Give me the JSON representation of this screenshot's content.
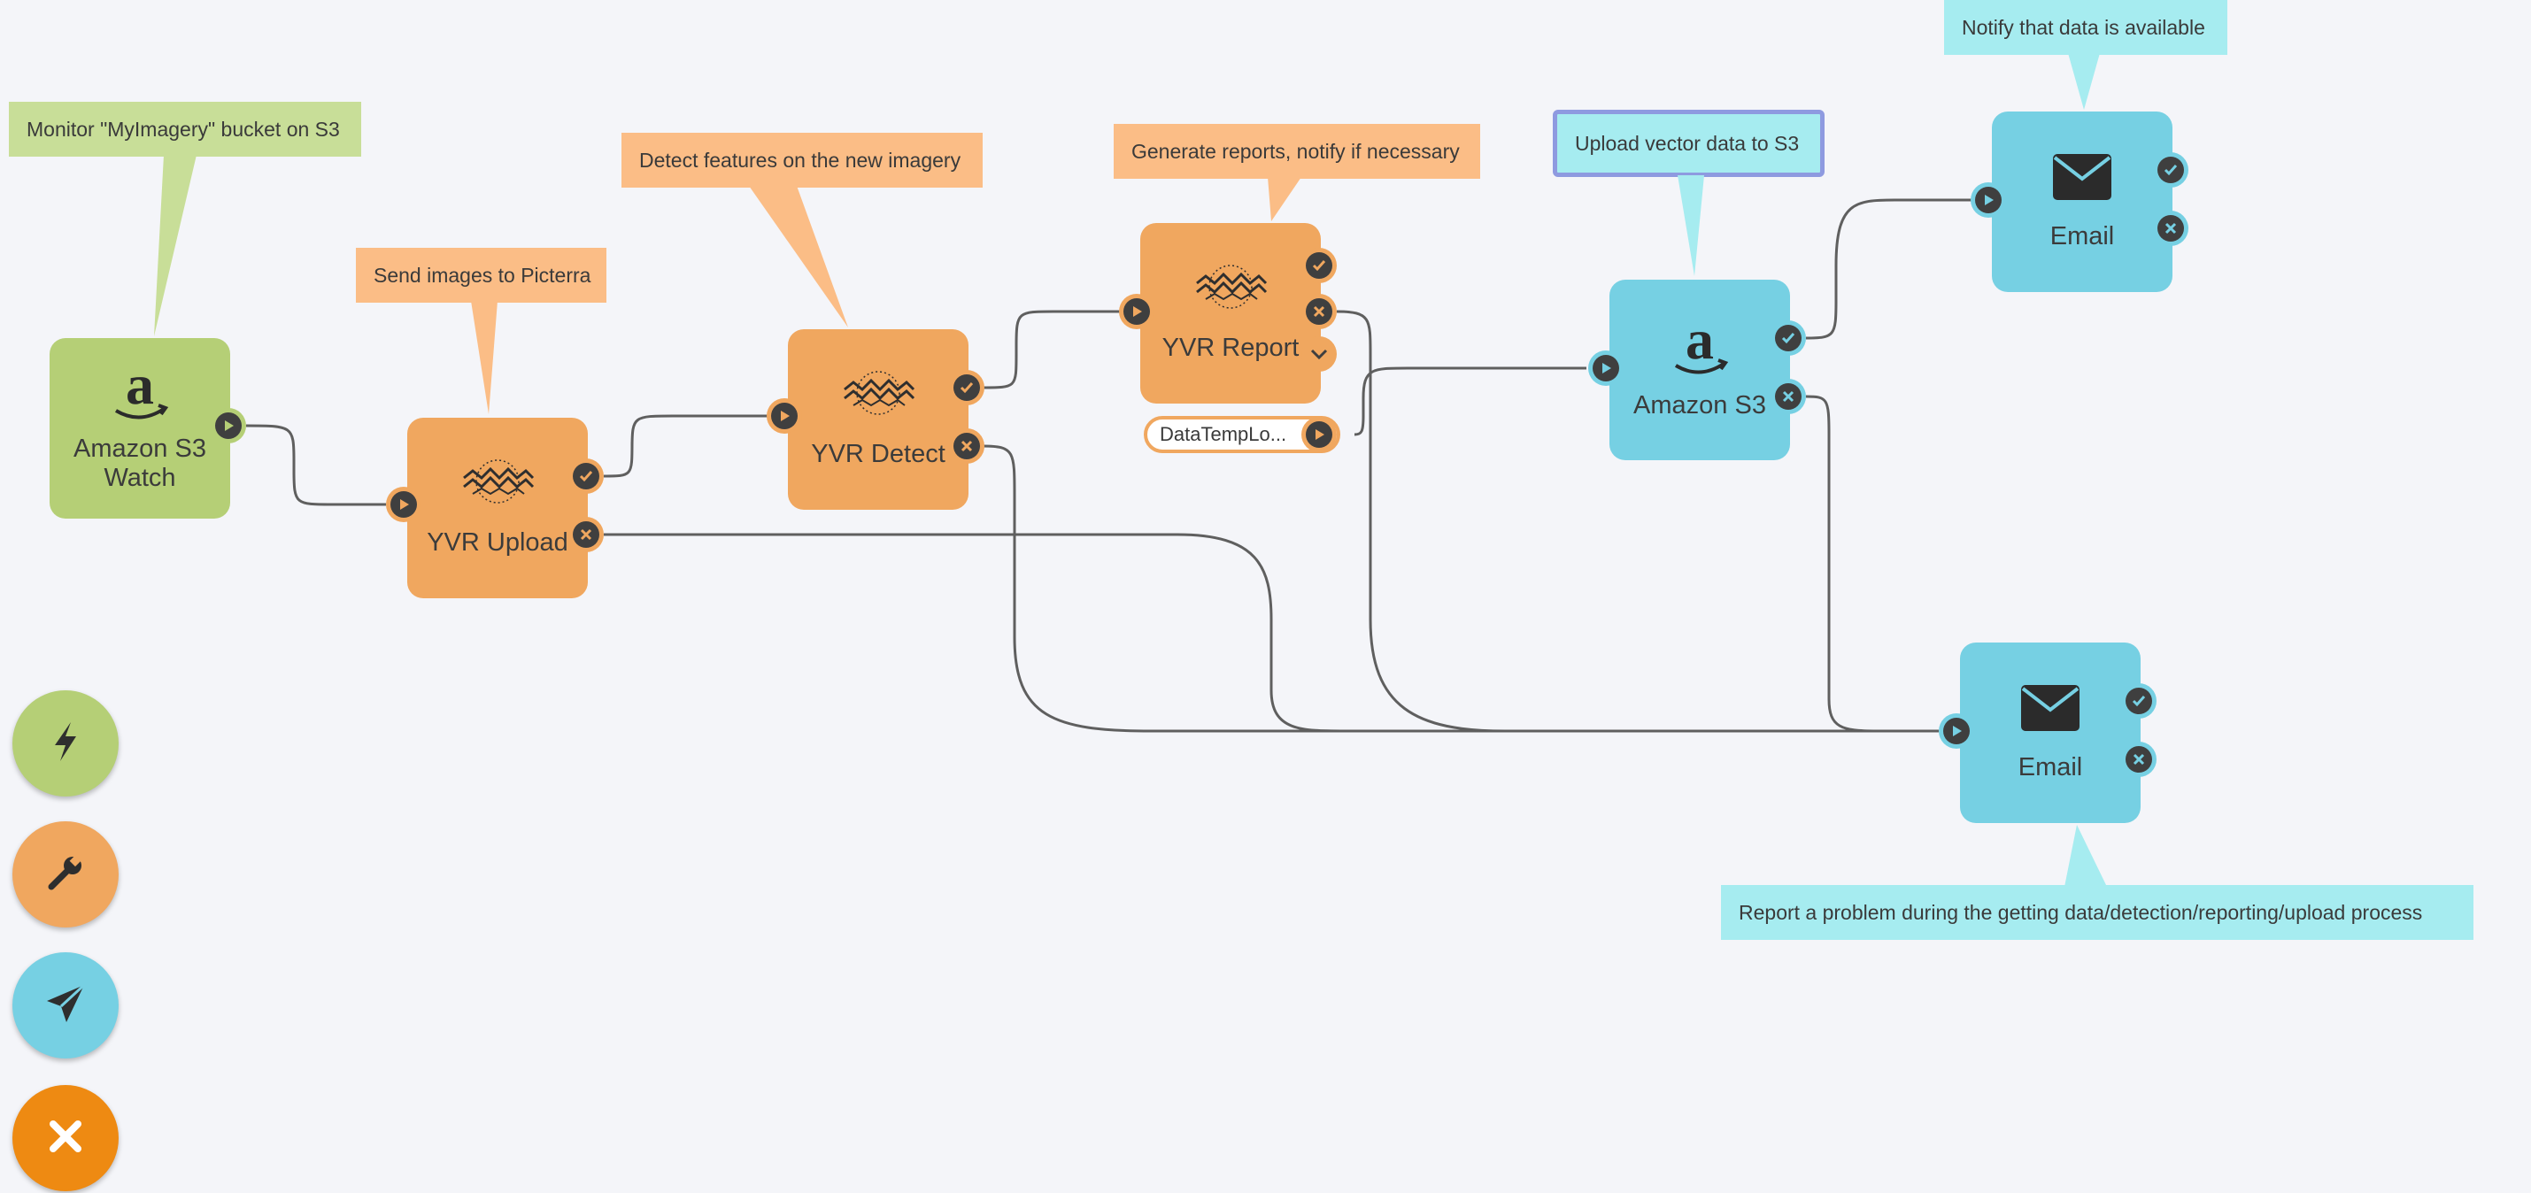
{
  "nodes": {
    "s3_watch": {
      "label": "Amazon S3 Watch",
      "icon": "amazon-logo-icon",
      "color": "#b5cf76"
    },
    "yvr_upload": {
      "label": "YVR Upload",
      "icon": "picterra-logo-icon",
      "color": "#f0a75f"
    },
    "yvr_detect": {
      "label": "YVR Detect",
      "icon": "picterra-logo-icon",
      "color": "#f0a75f"
    },
    "yvr_report": {
      "label": "YVR Report",
      "icon": "picterra-logo-icon",
      "color": "#f0a75f",
      "param_label": "DataTempLo..."
    },
    "amazon_s3": {
      "label": "Amazon S3",
      "icon": "amazon-logo-icon",
      "color": "#76d0e3"
    },
    "email_top": {
      "label": "Email",
      "icon": "envelope-icon",
      "color": "#76d0e3"
    },
    "email_bottom": {
      "label": "Email",
      "icon": "envelope-icon",
      "color": "#76d0e3"
    }
  },
  "notes": {
    "monitor": "Monitor \"MyImagery\" bucket on S3",
    "send_images": "Send images to Picterra",
    "detect": "Detect features on the new imagery",
    "generate": "Generate reports, notify if necessary",
    "upload_vector": "Upload vector data to S3",
    "notify": "Notify that data is available",
    "report_problem": "Report a problem during the getting data/detection/reporting/upload process"
  },
  "toolbar": [
    {
      "name": "triggers",
      "icon": "lightning-icon",
      "color": "#b5cf76"
    },
    {
      "name": "tools",
      "icon": "wrench-icon",
      "color": "#f0a75f"
    },
    {
      "name": "actions",
      "icon": "paper-plane-icon",
      "color": "#76d0e3"
    },
    {
      "name": "close",
      "icon": "close-icon",
      "color": "#ee8a12"
    }
  ],
  "colors": {
    "background": "#f4f5f9",
    "wire": "#5f5f5f",
    "port_dot": "#3f3f3f",
    "selected_border": "#8e9ae0"
  }
}
